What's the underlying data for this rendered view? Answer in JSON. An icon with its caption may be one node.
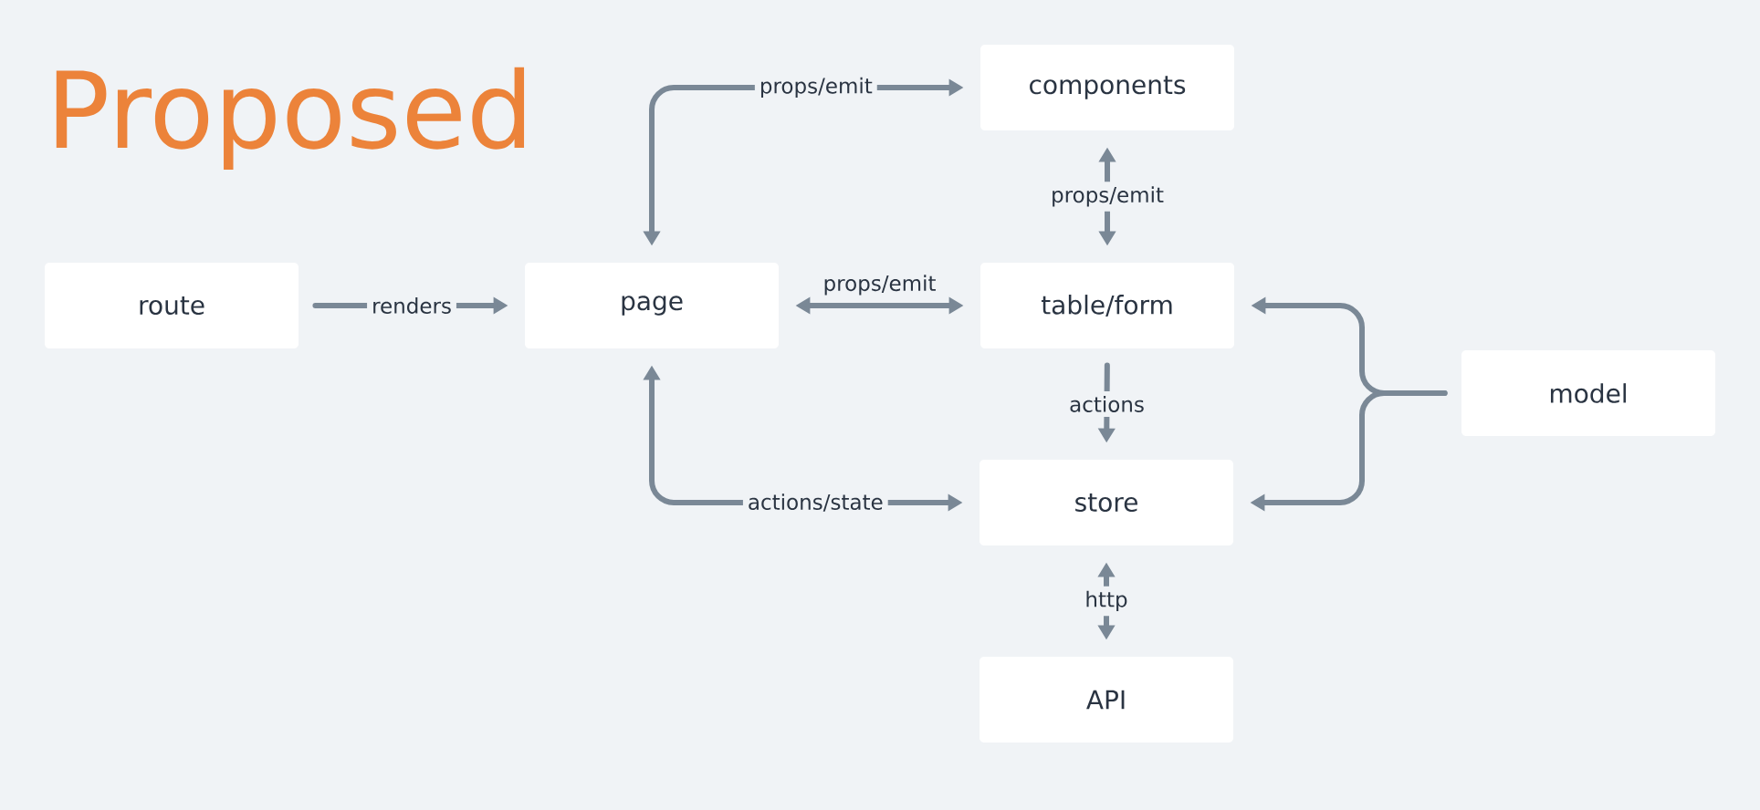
{
  "diagram": {
    "title": "Proposed",
    "nodes": [
      {
        "text": [
          "route"
        ]
      },
      {
        "text": [
          "page"
        ]
      },
      {
        "text": [
          "components"
        ]
      },
      {
        "text": [
          "table/form"
        ]
      },
      {
        "text": [
          "model"
        ]
      },
      {
        "text": [
          "store"
        ]
      },
      {
        "text": [
          "API"
        ]
      }
    ],
    "edges": [
      {
        "from": 0,
        "to": 1,
        "arrow": "to",
        "label": "renders"
      },
      {
        "from": 1,
        "to": 2,
        "arrow": "both",
        "label": "props/emit"
      },
      {
        "from": 1,
        "to": 3,
        "arrow": "both",
        "label": "props/emit"
      },
      {
        "from": 2,
        "to": 3,
        "arrow": "both",
        "label": "props/emit"
      },
      {
        "from": 3,
        "to": 5,
        "arrow": "to",
        "label": "actions"
      },
      {
        "from": 1,
        "to": 5,
        "arrow": "both",
        "label": "actions/state"
      },
      {
        "from": 5,
        "to": 6,
        "arrow": "both",
        "label": "http"
      },
      {
        "from": 4,
        "to": 3,
        "arrow": "to"
      },
      {
        "from": 4,
        "to": 5,
        "arrow": "to"
      }
    ]
  }
}
